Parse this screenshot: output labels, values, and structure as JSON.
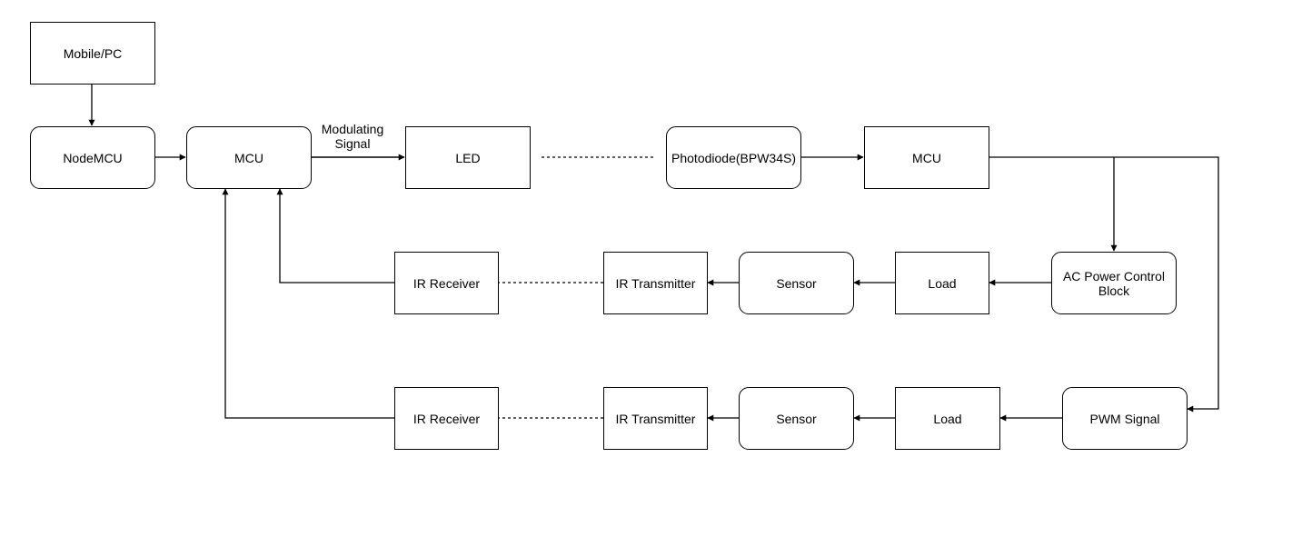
{
  "diagram": {
    "nodes": {
      "mobile_pc": "Mobile/PC",
      "nodemcu": "NodeMCU",
      "mcu_tx": "MCU",
      "led": "LED",
      "photodiode": "Photodiode(BPW34S)",
      "mcu_rx": "MCU",
      "ac_power_control": "AC Power Control Block",
      "load_1": "Load",
      "sensor_1": "Sensor",
      "ir_transmitter_1": "IR Transmitter",
      "ir_receiver_1": "IR Receiver",
      "pwm_signal": "PWM Signal",
      "load_2": "Load",
      "sensor_2": "Sensor",
      "ir_transmitter_2": "IR Transmitter",
      "ir_receiver_2": "IR Receiver"
    },
    "edge_labels": {
      "modulating_signal": "Modulating Signal"
    },
    "edges": [
      {
        "from": "mobile_pc",
        "to": "nodemcu",
        "style": "solid"
      },
      {
        "from": "nodemcu",
        "to": "mcu_tx",
        "style": "solid"
      },
      {
        "from": "mcu_tx",
        "to": "led",
        "style": "solid",
        "label": "modulating_signal"
      },
      {
        "from": "led",
        "to": "photodiode",
        "style": "dashed"
      },
      {
        "from": "photodiode",
        "to": "mcu_rx",
        "style": "solid"
      },
      {
        "from": "mcu_rx",
        "to": "ac_power_control",
        "style": "solid"
      },
      {
        "from": "mcu_rx",
        "to": "pwm_signal",
        "style": "solid"
      },
      {
        "from": "ac_power_control",
        "to": "load_1",
        "style": "solid"
      },
      {
        "from": "load_1",
        "to": "sensor_1",
        "style": "solid"
      },
      {
        "from": "sensor_1",
        "to": "ir_transmitter_1",
        "style": "solid"
      },
      {
        "from": "ir_transmitter_1",
        "to": "ir_receiver_1",
        "style": "dashed"
      },
      {
        "from": "ir_receiver_1",
        "to": "mcu_tx",
        "style": "solid"
      },
      {
        "from": "pwm_signal",
        "to": "load_2",
        "style": "solid"
      },
      {
        "from": "load_2",
        "to": "sensor_2",
        "style": "solid"
      },
      {
        "from": "sensor_2",
        "to": "ir_transmitter_2",
        "style": "solid"
      },
      {
        "from": "ir_transmitter_2",
        "to": "ir_receiver_2",
        "style": "dashed"
      },
      {
        "from": "ir_receiver_2",
        "to": "mcu_tx",
        "style": "solid"
      }
    ]
  }
}
